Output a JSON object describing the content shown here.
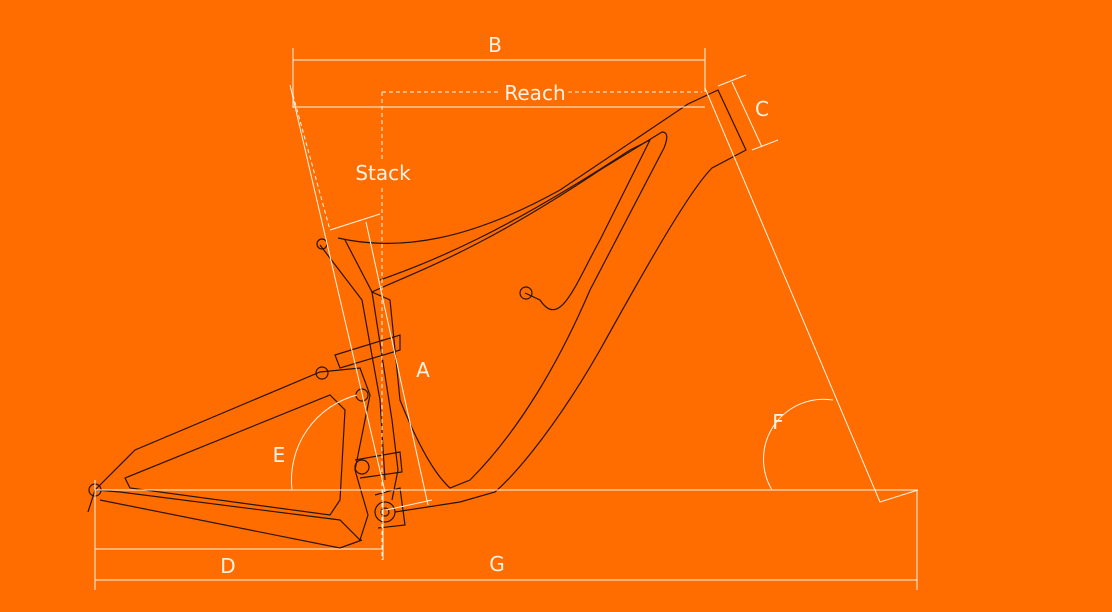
{
  "diagram": {
    "title": "Bike frame geometry",
    "labels": {
      "A": "A",
      "B": "B",
      "C": "C",
      "D": "D",
      "E": "E",
      "F": "F",
      "G": "G",
      "reach": "Reach",
      "stack": "Stack"
    },
    "colors": {
      "background": "#FF6D00",
      "dimension_lines": "#FFF3E6",
      "frame_lines": "#2a1400"
    }
  }
}
